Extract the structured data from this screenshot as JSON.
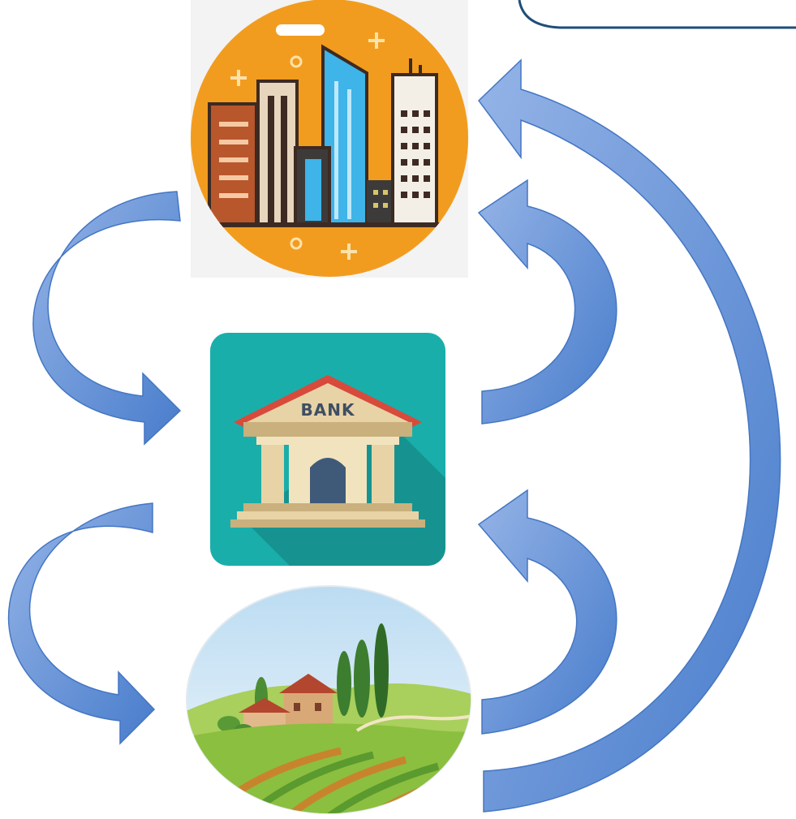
{
  "diagram": {
    "nodes": [
      {
        "id": "city",
        "icon": "city-buildings-icon"
      },
      {
        "id": "bank",
        "icon": "bank-building-icon",
        "sign": "BANK"
      },
      {
        "id": "village",
        "icon": "village-farmland-icon"
      }
    ],
    "edges": [
      {
        "from": "city",
        "to": "bank"
      },
      {
        "from": "bank",
        "to": "city"
      },
      {
        "from": "bank",
        "to": "village"
      },
      {
        "from": "village",
        "to": "bank"
      },
      {
        "from": "village",
        "to": "city"
      }
    ]
  },
  "colors": {
    "arrow": "#5b8bd6",
    "arrow_dark": "#2e63b5",
    "city_circle": "#f29c1f",
    "bank_tile": "#1aaeaa",
    "bank_roof": "#d84a3b",
    "bank_stone": "#e8d3a6",
    "village_sky": "#cfe6f5",
    "village_field": "#8bbf3f",
    "callout_border": "#1f4e79"
  }
}
